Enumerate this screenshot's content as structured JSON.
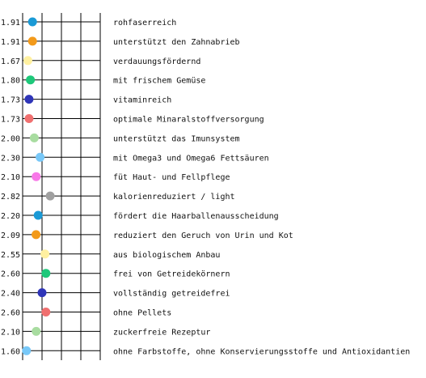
{
  "chart_data": {
    "type": "scatter",
    "title": "",
    "xlabel": "",
    "ylabel": "",
    "xlim": [
      1.4,
      5.4
    ],
    "grid": true,
    "categories": [
      "rohfaserreich",
      "unterstützt den Zahnabrieb",
      "verdauungsfördernd",
      "mit frischem Gemüse",
      "vitaminreich",
      "optimale Minaralstoffversorgung",
      "unterstützt das Imunsystem",
      "mit Omega3 und Omega6 Fettsäuren",
      "füt Haut- und Fellpflege",
      "kalorienreduziert / light",
      "fördert die Haarballenausscheidung",
      "reduziert den Geruch von Urin und Kot",
      "aus biologischem Anbau",
      "frei von Getreidekörnern",
      "vollständig getreidefrei",
      "ohne Pellets",
      "zuckerfreie Rezeptur",
      "ohne Farbstoffe, ohne Konservierungsstoffe und Antioxidantien"
    ],
    "values": [
      1.91,
      1.91,
      1.67,
      1.8,
      1.73,
      1.73,
      2.0,
      2.3,
      2.1,
      2.82,
      2.2,
      2.09,
      2.55,
      2.6,
      2.4,
      2.6,
      2.1,
      1.6
    ],
    "value_labels": [
      "1.91",
      "1.91",
      "1.67",
      "1.80",
      "1.73",
      "1.73",
      "2.00",
      "2.30",
      "2.10",
      "2.82",
      "2.20",
      "2.09",
      "2.55",
      "2.60",
      "2.40",
      "2.60",
      "2.10",
      "1.60"
    ],
    "colors": [
      "#1a9ad6",
      "#f39a1a",
      "#fff0a0",
      "#1ec87a",
      "#2f35b8",
      "#f07070",
      "#a8dca0",
      "#78c8f8",
      "#f878e8",
      "#a0a0a0",
      "#1a9ad6",
      "#f39a1a",
      "#fff0a0",
      "#1ec87a",
      "#2f35b8",
      "#f07070",
      "#a8dca0",
      "#78c8f8"
    ]
  }
}
